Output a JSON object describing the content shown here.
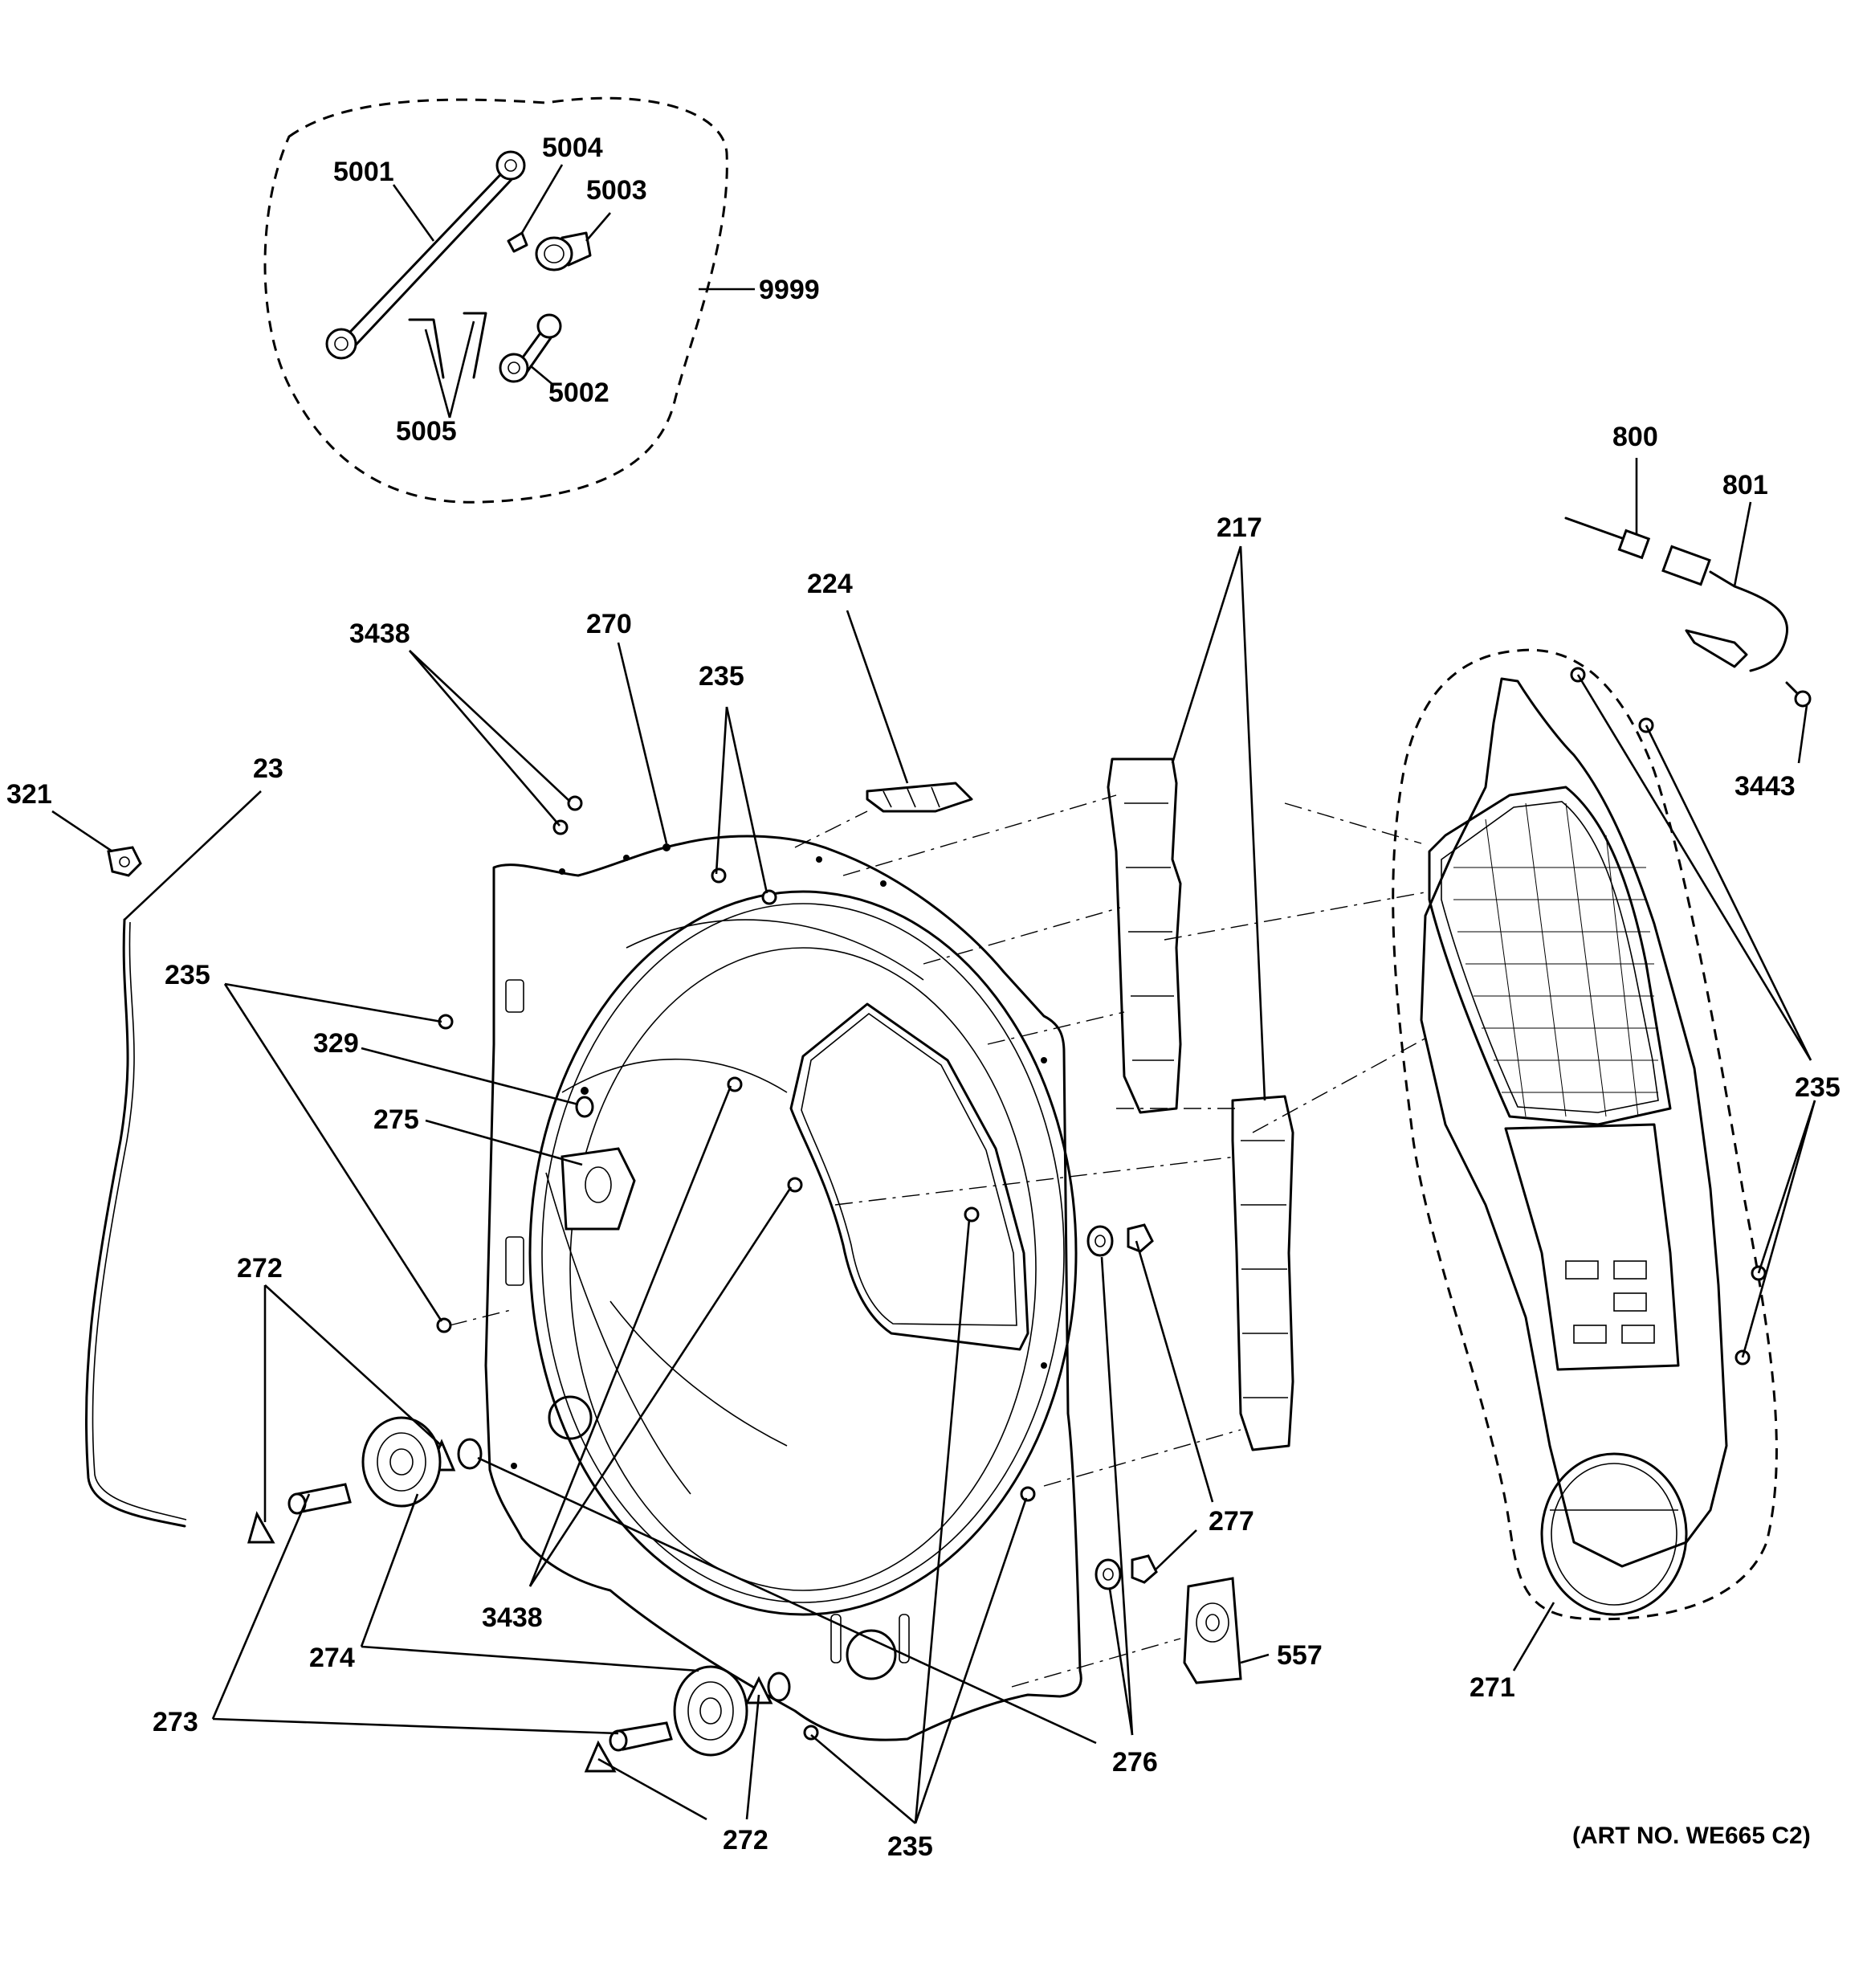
{
  "labels": {
    "kit": "9999",
    "p5001": "5001",
    "p5002": "5002",
    "p5003": "5003",
    "p5004": "5004",
    "p5005": "5005",
    "p800": "800",
    "p801": "801",
    "p3443": "3443",
    "p217": "217",
    "p224": "224",
    "p235_top": "235",
    "p235_left": "235",
    "p235_right": "235",
    "p235_bottom": "235",
    "p270": "270",
    "p271": "271",
    "p272_top": "272",
    "p272_bottom": "272",
    "p273": "273",
    "p274": "274",
    "p275": "275",
    "p276": "276",
    "p277": "277",
    "p321": "321",
    "p329": "329",
    "p23": "23",
    "p3438_top": "3438",
    "p3438_bottom": "3438",
    "p557": "557"
  },
  "art_number": "(ART NO. WE665 C2)"
}
